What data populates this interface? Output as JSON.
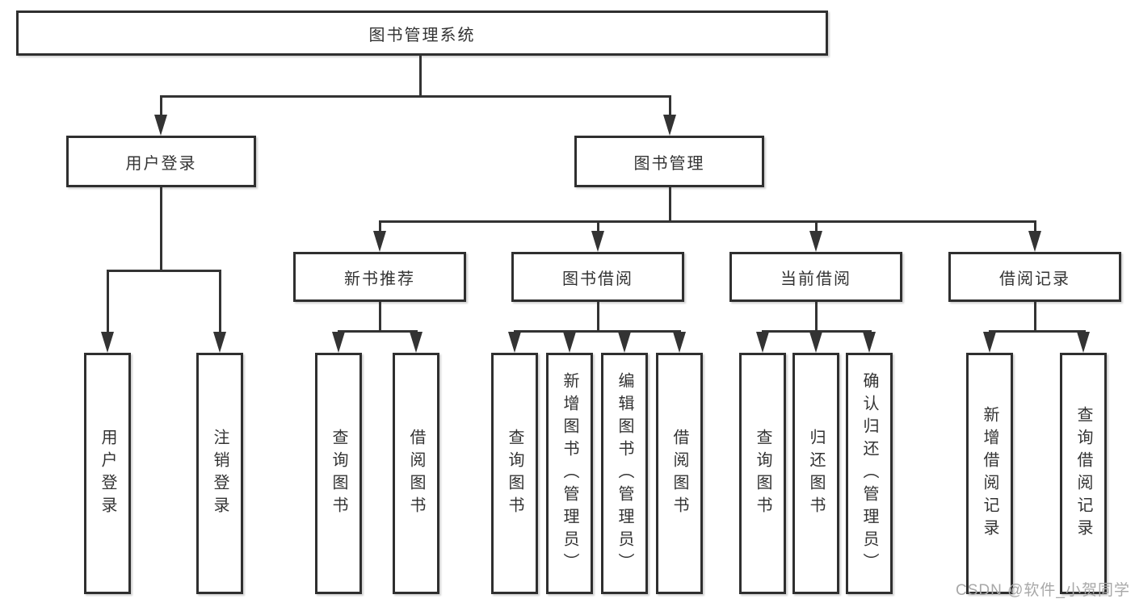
{
  "nodes": {
    "root": "图书管理系统",
    "user_login": "用户登录",
    "book_mgmt": "图书管理",
    "new_book_rec": "新书推荐",
    "book_borrow": "图书借阅",
    "current_borrow": "当前借阅",
    "borrow_record": "借阅记录",
    "leaf_user_login": "用户登录",
    "leaf_logout": "注销登录",
    "nbr_query_book": "查询图书",
    "nbr_borrow_book": "借阅图书",
    "bb_query_book": "查询图书",
    "bb_add_book": "新增图书（管理员）",
    "bb_edit_book": "编辑图书（管理员）",
    "bb_borrow_book": "借阅图书",
    "cb_query_book": "查询图书",
    "cb_return_book": "归还图书",
    "cb_confirm_return": "确认归还（管理员）",
    "br_add_record": "新增借阅记录",
    "br_query_record": "查询借阅记录"
  },
  "watermark": "CSDN @软件_小贺同学",
  "colors": {
    "line": "#333333",
    "text": "#333333",
    "box_border": "#2f2f2f",
    "watermark": "#a8a8a8",
    "background": "#ffffff"
  }
}
